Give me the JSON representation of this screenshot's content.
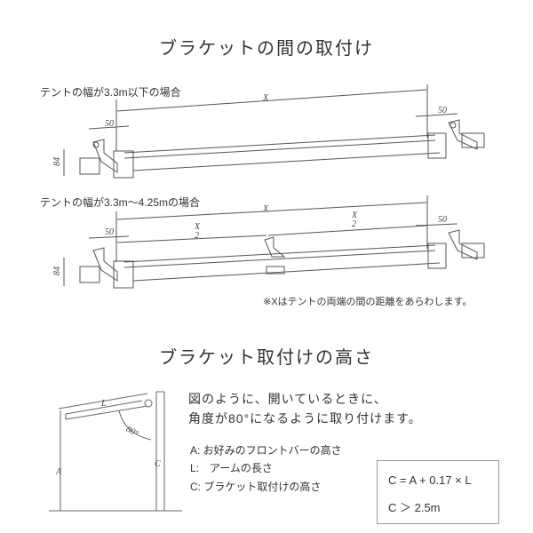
{
  "section1": {
    "title": "ブラケットの間の取付け",
    "case1_label": "テントの幅が3.3m以下の場合",
    "case2_label": "テントの幅が3.3m～4.25mの場合",
    "note": "※Xはテントの両端の間の距離をあらわします。",
    "dim_x": "X",
    "dim_50": "50",
    "dim_84": "84",
    "dim_half_num": "X",
    "dim_half_den": "2"
  },
  "section2": {
    "title": "ブラケット取付けの高さ",
    "desc_line1": "図のように、開いているときに、",
    "desc_line2": "角度が80°になるように取り付けます。",
    "items": [
      "A: お好みのフロントバーの高さ",
      "L:　アームの長さ",
      "C: ブラケット取付けの高さ"
    ],
    "formula1": "C = A + 0.17 × L",
    "formula2": "C ＞ 2.5m",
    "dim_l": "L",
    "dim_a": "A",
    "dim_c": "C",
    "angle": "80°"
  }
}
